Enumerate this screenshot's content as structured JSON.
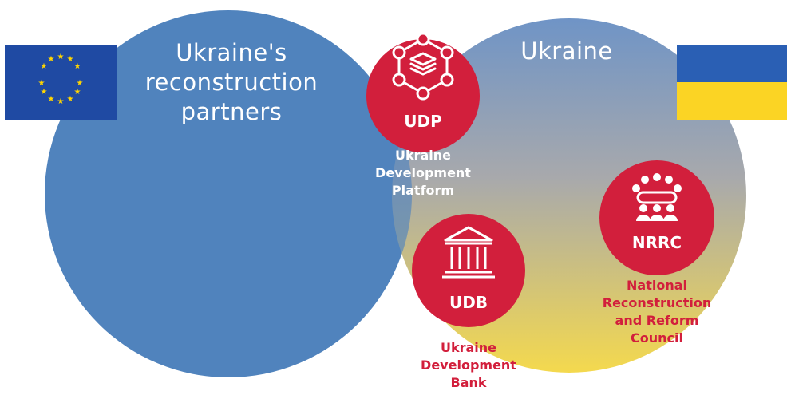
{
  "colors": {
    "partners_circle": "#5083bd",
    "ukraine_gradient_top": "#6f94c6",
    "ukraine_gradient_bottom": "#f4d94e",
    "badge_red": "#d21f3c",
    "eu_blue": "#1f4aa3",
    "eu_star": "#ffd500",
    "ua_blue": "#2a5fb4",
    "ua_yellow": "#fbd424"
  },
  "circles": {
    "partners_title": "Ukraine's reconstruction partners",
    "ukraine_title": "Ukraine"
  },
  "flags": {
    "eu": "eu-flag",
    "ukraine": "ukraine-flag"
  },
  "entities": {
    "udp": {
      "abbr": "UDP",
      "name": "Ukraine Development Platform",
      "icon": "network-layers-icon"
    },
    "udb": {
      "abbr": "UDB",
      "name": "Ukraine Development Bank",
      "icon": "bank-building-icon"
    },
    "nrrc": {
      "abbr": "NRRC",
      "name": "National Reconstruction and Reform Council",
      "icon": "council-table-icon"
    }
  }
}
